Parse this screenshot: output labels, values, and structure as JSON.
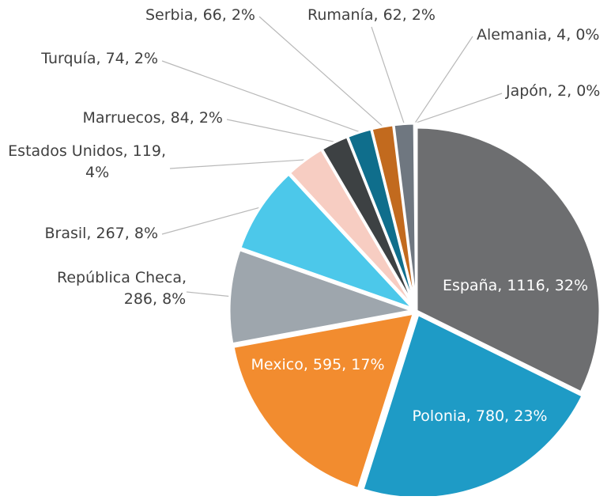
{
  "chart_data": {
    "type": "pie",
    "title": "",
    "start_angle_deg": 0,
    "direction": "clockwise",
    "slices": [
      {
        "name": "España",
        "value": 1116,
        "percent": "32%",
        "color": "#6d6e70",
        "label": "España, 1116, 32%"
      },
      {
        "name": "Polonia",
        "value": 780,
        "percent": "23%",
        "color": "#1e9bc6",
        "label": "Polonia, 780, 23%"
      },
      {
        "name": "Mexico",
        "value": 595,
        "percent": "17%",
        "color": "#f28c2f",
        "label": "Mexico, 595, 17%"
      },
      {
        "name": "República Checa",
        "value": 286,
        "percent": "8%",
        "color": "#9ea6ad",
        "label": "República Checa, 286, 8%"
      },
      {
        "name": "Brasil",
        "value": 267,
        "percent": "8%",
        "color": "#4cc8ea",
        "label": "Brasil, 267, 8%"
      },
      {
        "name": "Estados Unidos",
        "value": 119,
        "percent": "4%",
        "color": "#f7cdc2",
        "label": "Estados Unidos, 119, 4%"
      },
      {
        "name": "Marruecos",
        "value": 84,
        "percent": "2%",
        "color": "#3d4143",
        "label": "Marruecos, 84, 2%"
      },
      {
        "name": "Turquía",
        "value": 74,
        "percent": "2%",
        "color": "#0f6e8c",
        "label": "Turquía, 74, 2%"
      },
      {
        "name": "Serbia",
        "value": 66,
        "percent": "2%",
        "color": "#c26a1e",
        "label": "Serbia, 66, 2%"
      },
      {
        "name": "Rumanía",
        "value": 62,
        "percent": "2%",
        "color": "#6f7780",
        "label": "Rumanía, 62, 2%"
      },
      {
        "name": "Alemania",
        "value": 4,
        "percent": "0%",
        "color": "#2ab3d6",
        "label": "Alemania, 4, 0%"
      },
      {
        "name": "Japón",
        "value": 2,
        "percent": "0%",
        "color": "#d9dadb",
        "label": "Japón, 2, 0%"
      }
    ]
  }
}
